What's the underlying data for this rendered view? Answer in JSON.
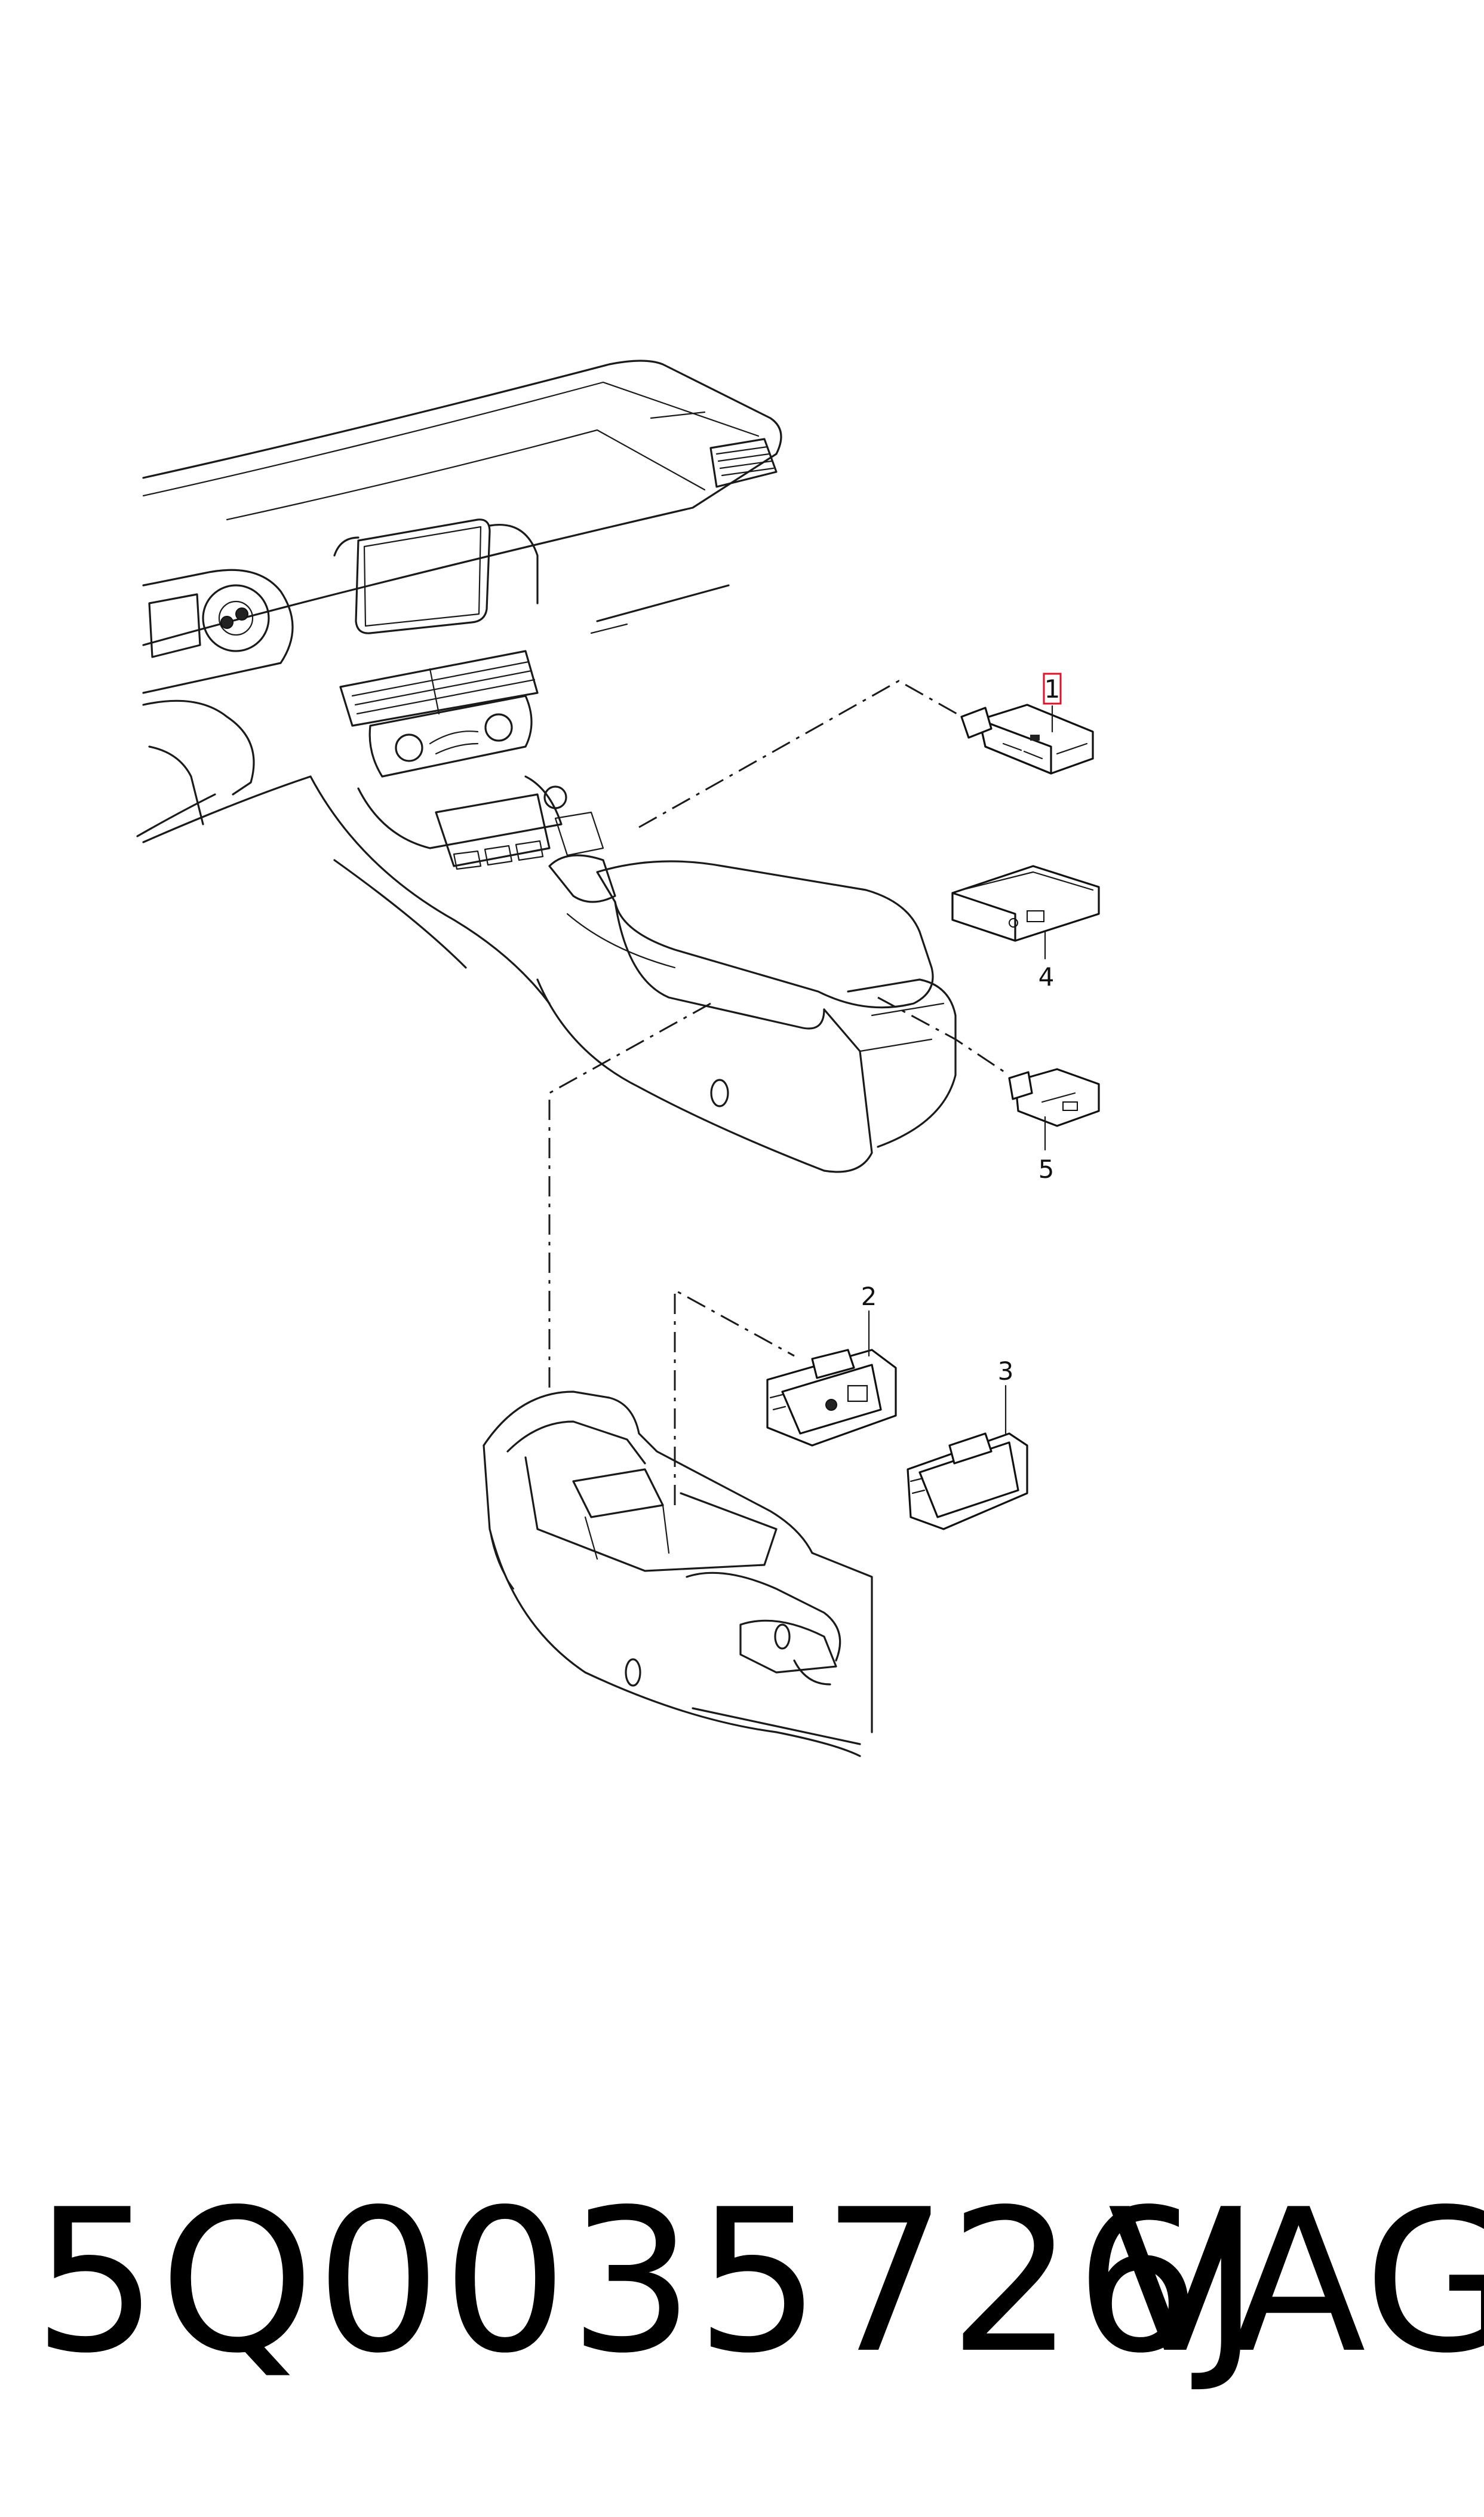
{
  "callouts": [
    {
      "id": "1",
      "label": "1",
      "highlighted": true
    },
    {
      "id": "2",
      "label": "2"
    },
    {
      "id": "3",
      "label": "3"
    },
    {
      "id": "4",
      "label": "4"
    },
    {
      "id": "5",
      "label": "5"
    }
  ],
  "caption": {
    "part_number": "5Q0035726J",
    "brand": "VAG"
  },
  "colors": {
    "line": "#1a1a1a",
    "highlight_box": "#e0102a",
    "background": "#ffffff"
  }
}
